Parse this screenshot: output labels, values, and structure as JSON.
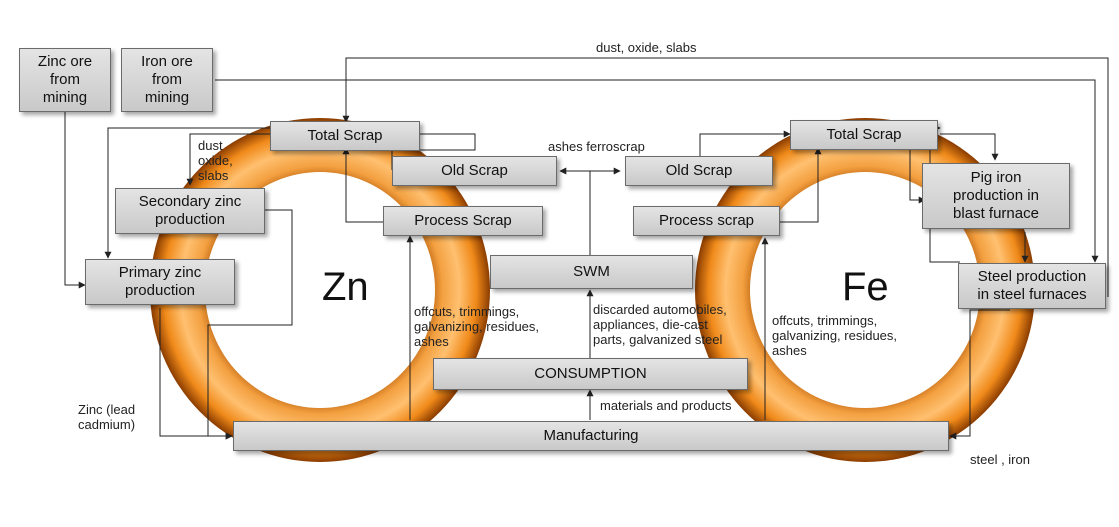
{
  "rings": {
    "zinc_symbol": "Zn",
    "iron_symbol": "Fe",
    "ring_color": "#f08a1a"
  },
  "boxes": {
    "zinc_ore": "Zinc ore\nfrom\nmining",
    "iron_ore": "Iron ore\nfrom\nmining",
    "zn_total_scrap": "Total Scrap",
    "zn_old_scrap": "Old Scrap",
    "zn_process_scrap": "Process Scrap",
    "secondary_zinc": "Secondary zinc\nproduction",
    "primary_zinc": "Primary zinc\nproduction",
    "swm": "SWM",
    "consumption": "CONSUMPTION",
    "manufacturing": "Manufacturing",
    "fe_total_scrap": "Total Scrap",
    "fe_old_scrap": "Old Scrap",
    "fe_process_scrap": "Process scrap",
    "pig_iron": "Pig iron\nproduction in\nblast furnace",
    "steel_production": "Steel production\nin steel furnaces"
  },
  "labels": {
    "dust_oxide_slabs_top": "dust, oxide, slabs",
    "dust_oxide_slabs_left": "dust\noxide,\nslabs",
    "ashes_ferroscrap": "ashes  ferroscrap",
    "zn_offcuts": "offcuts, trimmings,\ngalvanizing, residues,\nashes",
    "discarded": "discarded automobiles,\nappliances, die-cast\nparts, galvanized steel",
    "fe_offcuts": "offcuts, trimmings,\ngalvanizing, residues,\nashes",
    "materials_products": "materials and products",
    "zinc_lead_cadmium": "Zinc (lead\ncadmium)",
    "steel_iron": "steel , iron"
  }
}
